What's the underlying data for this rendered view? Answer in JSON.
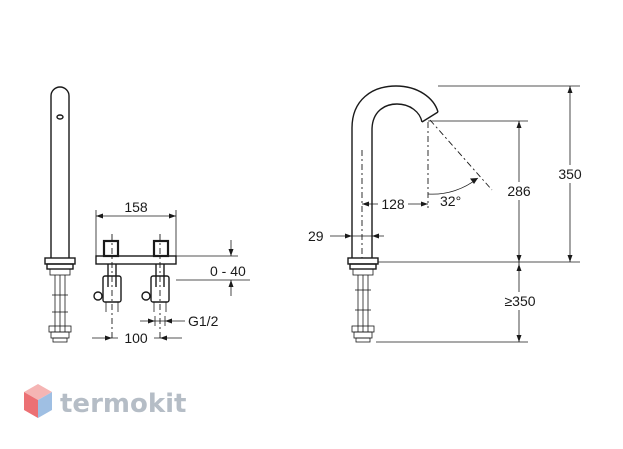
{
  "dimensions": {
    "deck_width": "158",
    "deck_thickness": "0 - 40",
    "thread": "G1/2",
    "handle_spacing": "100",
    "spout_thickness": "29",
    "spout_reach": "128",
    "spray_angle": "32°",
    "outlet_height": "286",
    "total_height": "350",
    "min_under_length": "≥350"
  },
  "watermark": {
    "brand": "termokit",
    "colors": {
      "top": "#f4a9a8",
      "left": "#e9585c",
      "right": "#8fb4df",
      "text": "#a9b2bd"
    }
  }
}
